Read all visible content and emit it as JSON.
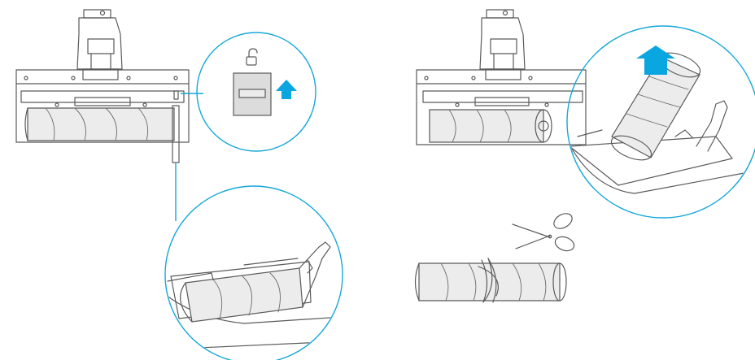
{
  "diagram": {
    "kind": "maintenance-illustration",
    "steps": [
      {
        "panel": "left",
        "icons": [
          "unlock-icon",
          "slide-latch-icon",
          "arrow-up-icon"
        ]
      },
      {
        "panel": "right",
        "icons": [
          "lift-arrow-icon",
          "scissors-icon",
          "roller-brush-icon"
        ]
      }
    ]
  },
  "colors": {
    "accent": "#0aa6e0",
    "callout_ring": "#15a7d8",
    "line_art": "#5a5a5a",
    "latch_fill": "#dcdcdc",
    "background": "#ffffff"
  }
}
